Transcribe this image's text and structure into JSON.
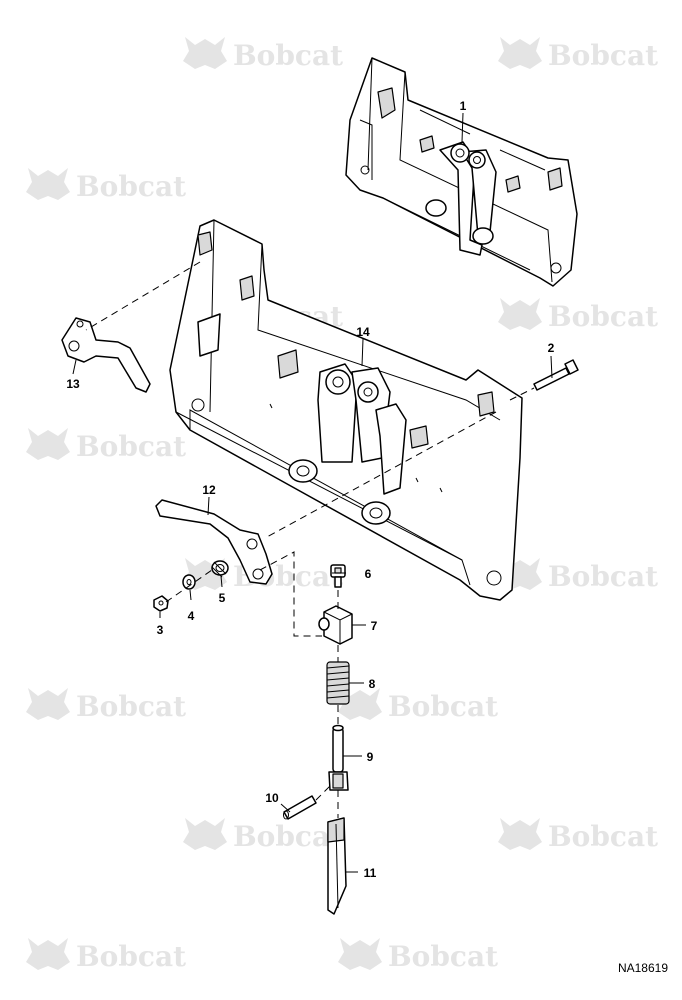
{
  "watermark": {
    "text": "Bobcat",
    "color": "#e4e4e4"
  },
  "drawing_code": "NA18619",
  "callouts": [
    {
      "number": "1",
      "part": "upper-quick-tach-assembly"
    },
    {
      "number": "2",
      "part": "bolt"
    },
    {
      "number": "3",
      "part": "nut"
    },
    {
      "number": "4",
      "part": "washer"
    },
    {
      "number": "5",
      "part": "bushing"
    },
    {
      "number": "6",
      "part": "cap-screw"
    },
    {
      "number": "7",
      "part": "lever-block"
    },
    {
      "number": "8",
      "part": "spring"
    },
    {
      "number": "9",
      "part": "wedge-shaft"
    },
    {
      "number": "10",
      "part": "pin"
    },
    {
      "number": "11",
      "part": "wedge"
    },
    {
      "number": "12",
      "part": "right-lever"
    },
    {
      "number": "13",
      "part": "left-lever"
    },
    {
      "number": "14",
      "part": "quick-tach-frame"
    }
  ]
}
